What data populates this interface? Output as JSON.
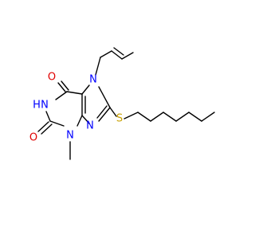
{
  "structure": {
    "atom_labels": {
      "o_top": "O",
      "nh": "H",
      "n_nh": "N",
      "o_left": "O",
      "n3": "N",
      "methyl": "",
      "n7": "N",
      "n9": "N",
      "s": "S"
    },
    "colors": {
      "oxygen": "#e00000",
      "nitrogen": "#0000ff",
      "sulfur": "#c8a000",
      "bond": "#000000"
    }
  }
}
